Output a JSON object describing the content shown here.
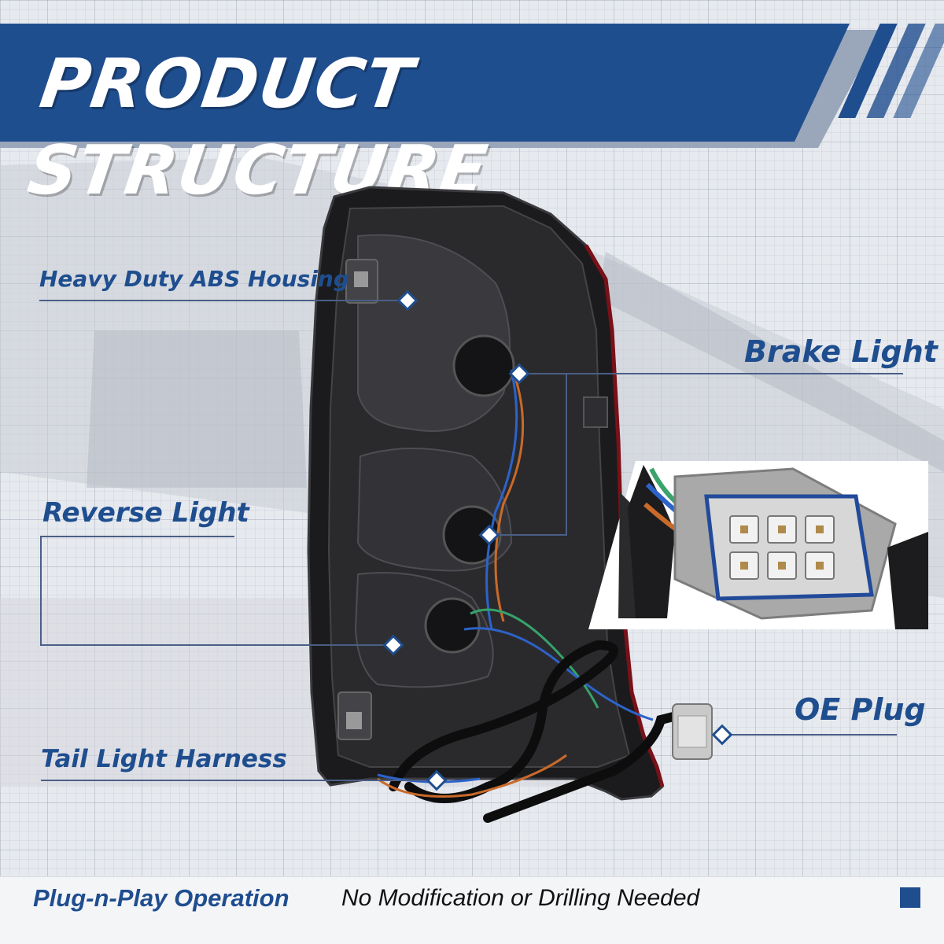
{
  "header": {
    "title": "PRODUCT STRUCTURE"
  },
  "callouts": {
    "housing": "Heavy Duty ABS Housing",
    "brake": "Brake Light",
    "reverse": "Reverse Light",
    "oe_plug": "OE Plug",
    "harness": "Tail Light Harness"
  },
  "footer": {
    "bold": "Plug-n-Play Operation",
    "text": "No Modification or Drilling Needed"
  },
  "colors": {
    "brand_blue": "#1f4e8f",
    "housing_dark": "#1b1b1d",
    "red_trim": "#7a1018"
  },
  "images": {
    "product": "tail-light-rear-view",
    "inset": "oe-plug-connector-closeup"
  }
}
